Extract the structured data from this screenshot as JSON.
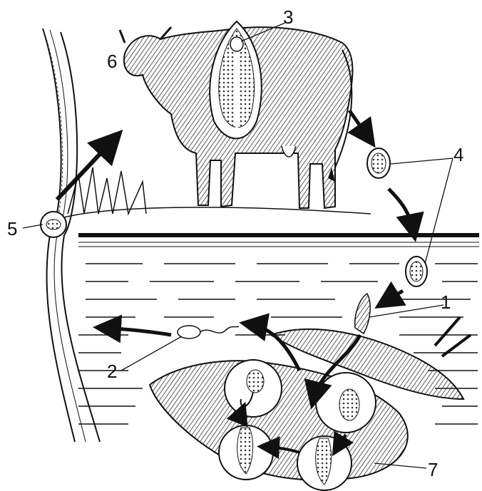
{
  "labels": {
    "n1": "1",
    "n2": "2",
    "n3": "3",
    "n4": "4",
    "n5": "5",
    "n6": "6",
    "n7": "7"
  },
  "colors": {
    "ink": "#111111",
    "hatch": "#555555",
    "paper": "#ffffff"
  }
}
